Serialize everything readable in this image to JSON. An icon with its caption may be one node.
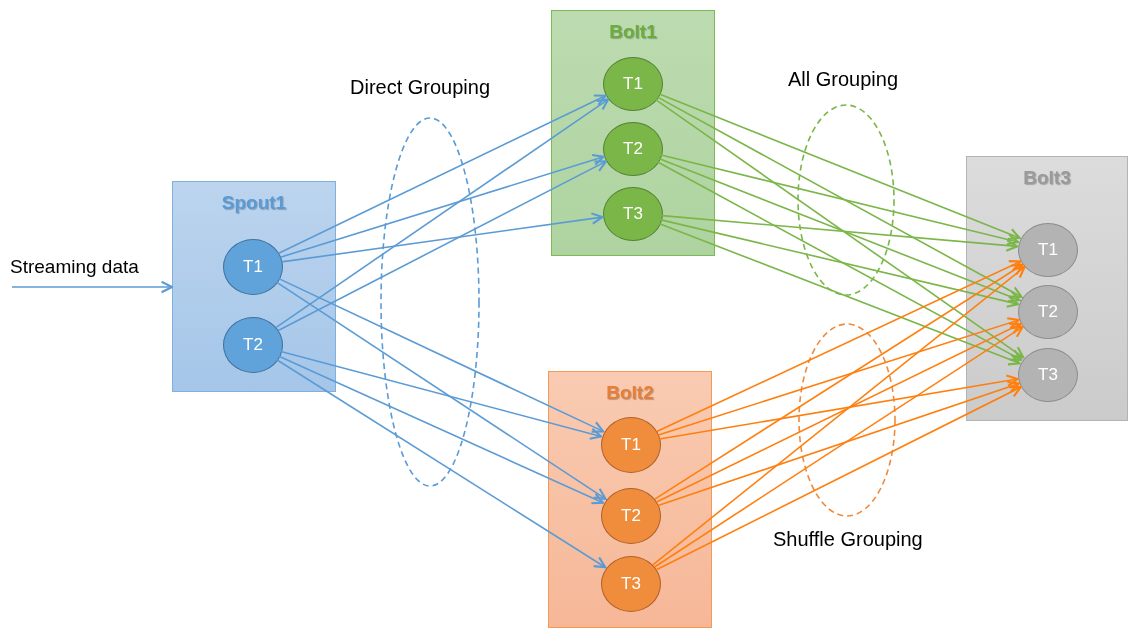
{
  "diagram": {
    "nodes": [
      {
        "text": [
          "Spout1"
        ]
      },
      {
        "text": [
          "T1"
        ],
        "in": 0
      },
      {
        "text": [
          "T2"
        ],
        "in": 0
      },
      {
        "text": [
          "Bolt1"
        ]
      },
      {
        "text": [
          "T1"
        ],
        "in": 3
      },
      {
        "text": [
          "T2"
        ],
        "in": 3
      },
      {
        "text": [
          "T3"
        ],
        "in": 3
      },
      {
        "text": [
          "Bolt2"
        ]
      },
      {
        "text": [
          "T1"
        ],
        "in": 7
      },
      {
        "text": [
          "T2"
        ],
        "in": 7
      },
      {
        "text": [
          "T3"
        ],
        "in": 7
      },
      {
        "text": [
          "Bolt3"
        ]
      },
      {
        "text": [
          "T1"
        ],
        "in": 11
      },
      {
        "text": [
          "T2"
        ],
        "in": 11
      },
      {
        "text": [
          "T3"
        ],
        "in": 11
      }
    ],
    "labels": [
      "Direct Grouping",
      "All Grouping",
      "Shuffle Grouping"
    ],
    "edges": [
      {
        "from": null,
        "to": 0,
        "arrow": "to",
        "label": "Streaming data"
      },
      {
        "from": 1,
        "to": 4,
        "arrow": "to"
      },
      {
        "from": 1,
        "to": 5,
        "arrow": "to"
      },
      {
        "from": 1,
        "to": 6,
        "arrow": "to"
      },
      {
        "from": 1,
        "to": 8,
        "arrow": "to"
      },
      {
        "from": 1,
        "to": 9,
        "arrow": "to"
      },
      {
        "from": 2,
        "to": 4,
        "arrow": "to"
      },
      {
        "from": 2,
        "to": 5,
        "arrow": "to"
      },
      {
        "from": 2,
        "to": 8,
        "arrow": "to"
      },
      {
        "from": 2,
        "to": 9,
        "arrow": "to"
      },
      {
        "from": 2,
        "to": 10,
        "arrow": "to"
      },
      {
        "from": 4,
        "to": 12,
        "arrow": "to",
        "color": "#7ab648"
      },
      {
        "from": 4,
        "to": 13,
        "arrow": "to",
        "color": "#7ab648"
      },
      {
        "from": 4,
        "to": 14,
        "arrow": "to",
        "color": "#7ab648"
      },
      {
        "from": 5,
        "to": 12,
        "arrow": "to",
        "color": "#7ab648"
      },
      {
        "from": 5,
        "to": 13,
        "arrow": "to",
        "color": "#7ab648"
      },
      {
        "from": 5,
        "to": 14,
        "arrow": "to",
        "color": "#7ab648"
      },
      {
        "from": 6,
        "to": 12,
        "arrow": "to",
        "color": "#7ab648"
      },
      {
        "from": 6,
        "to": 13,
        "arrow": "to",
        "color": "#7ab648"
      },
      {
        "from": 6,
        "to": 14,
        "arrow": "to",
        "color": "#7ab648"
      },
      {
        "from": 8,
        "to": 12,
        "arrow": "to",
        "color": "#ff7f0e"
      },
      {
        "from": 8,
        "to": 13,
        "arrow": "to",
        "color": "#ff7f0e"
      },
      {
        "from": 8,
        "to": 14,
        "arrow": "to",
        "color": "#ff7f0e"
      },
      {
        "from": 9,
        "to": 12,
        "arrow": "to",
        "color": "#ff7f0e"
      },
      {
        "from": 9,
        "to": 13,
        "arrow": "to",
        "color": "#ff7f0e"
      },
      {
        "from": 9,
        "to": 14,
        "arrow": "to",
        "color": "#ff7f0e"
      },
      {
        "from": 10,
        "to": 12,
        "arrow": "to",
        "color": "#ff7f0e"
      },
      {
        "from": 10,
        "to": 13,
        "arrow": "to",
        "color": "#ff7f0e"
      },
      {
        "from": 10,
        "to": 14,
        "arrow": "to",
        "color": "#ff7f0e"
      }
    ]
  }
}
